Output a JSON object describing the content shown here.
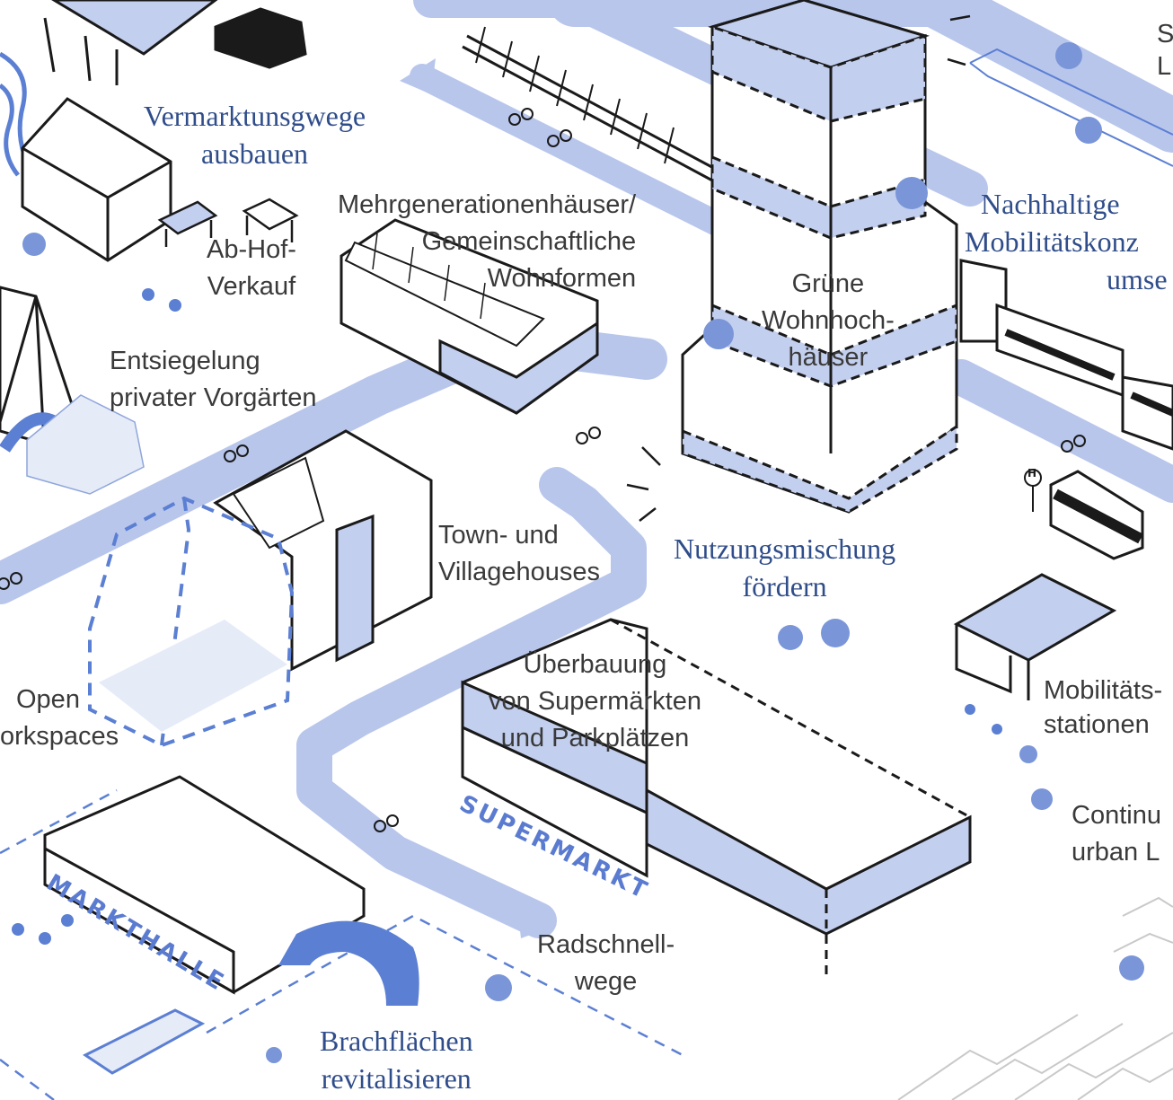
{
  "labels": {
    "vermarktung": [
      "Vermarktunsgwege",
      "ausbauen"
    ],
    "ab_hof": [
      "Ab-Hof-",
      "Verkauf"
    ],
    "mehrgeneration": [
      "Mehrgenerationenhäuser/",
      "Gemeinschaftliche",
      "Wohnformen"
    ],
    "entsiegelung": [
      "Entsiegelung",
      "privater Vorgärten"
    ],
    "gruene": [
      "Grüne",
      "Wohnhoch-",
      "häuser"
    ],
    "nachhaltige": [
      "Nachhaltige",
      "Mobilitätskonz",
      "umse"
    ],
    "top_right": [
      "S",
      "L"
    ],
    "town": [
      "Town- und",
      "Villagehouses"
    ],
    "nutzung": [
      "Nutzungsmischung",
      "fördern"
    ],
    "open": [
      "Open",
      "orkspaces"
    ],
    "ueberbauung": [
      "Überbauung",
      "von Supermärkten",
      "und Parkplätzen"
    ],
    "mobilitaet": [
      "Mobilitäts-",
      "stationen"
    ],
    "continu": [
      "Continu",
      "urban L"
    ],
    "radschnell": [
      "Radschnell-",
      "wege"
    ],
    "brachflaechen": [
      "Brachflächen",
      "revitalisieren"
    ]
  },
  "signs": {
    "supermarkt": "SUPERMARKT",
    "markthalle": "MARKTHALLE",
    "bus_stop": "H"
  },
  "colors": {
    "road": "#b8c6ec",
    "fill": "#c3cfee",
    "accent": "#5b7fd3",
    "serif_text": "#2f4d8a",
    "sans_text": "#3a3a3a",
    "outline": "#1a1a1a"
  }
}
